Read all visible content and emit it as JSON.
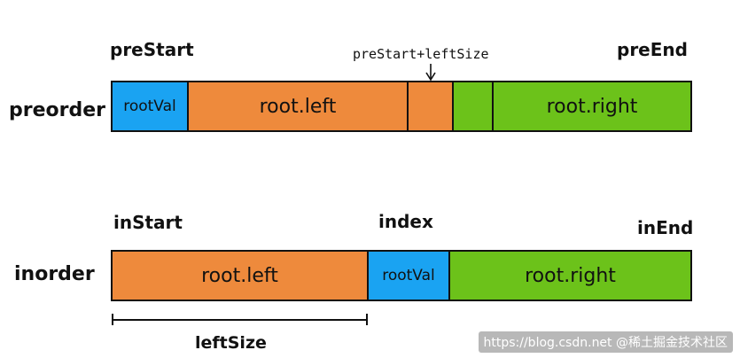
{
  "preorder": {
    "row_label": "preorder",
    "start_label": "preStart",
    "split_label": "preStart+leftSize",
    "end_label": "preEnd",
    "segments": {
      "root_val": "rootVal",
      "left": "root.left",
      "right": "root.right"
    }
  },
  "inorder": {
    "row_label": "inorder",
    "start_label": "inStart",
    "index_label": "index",
    "end_label": "inEnd",
    "segments": {
      "left": "root.left",
      "root_val": "rootVal",
      "right": "root.right"
    }
  },
  "left_size_label": "leftSize",
  "watermark": "https://blog.csdn.net @稀土掘金技术社区",
  "colors": {
    "root_val": "#1aa3f2",
    "left": "#ee8a3c",
    "right": "#6cc21a",
    "outline": "#111111"
  }
}
